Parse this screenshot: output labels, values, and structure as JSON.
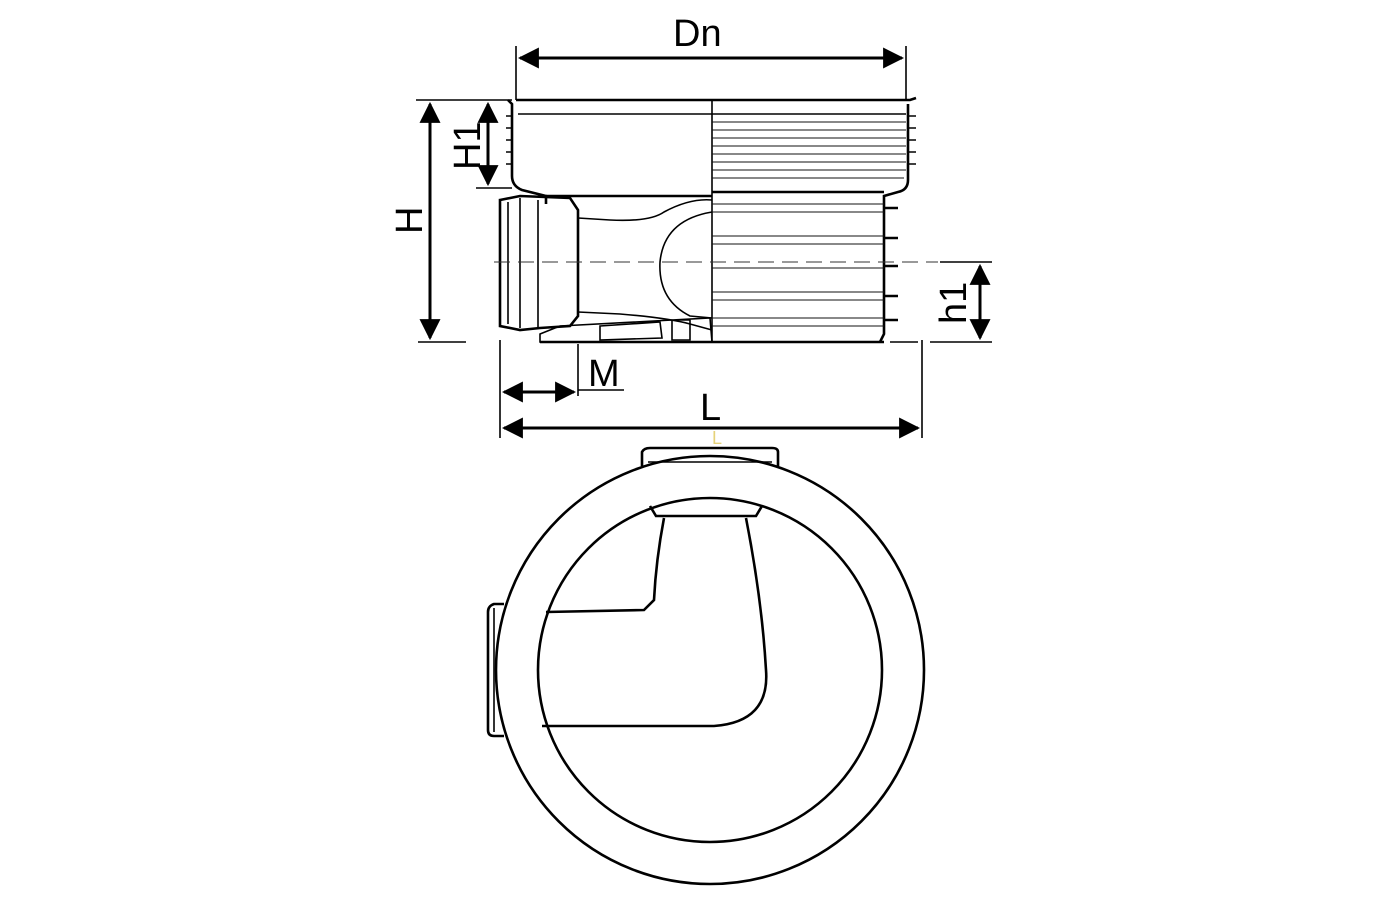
{
  "labels": {
    "dn": "Dn",
    "h_total": "H",
    "h1_upper": "H1",
    "h1_lower": "h1",
    "m": "M",
    "l": "L",
    "l_small": "L"
  },
  "colors": {
    "line": "#000000",
    "background": "#ffffff",
    "faint_label": "#e6d27a"
  }
}
